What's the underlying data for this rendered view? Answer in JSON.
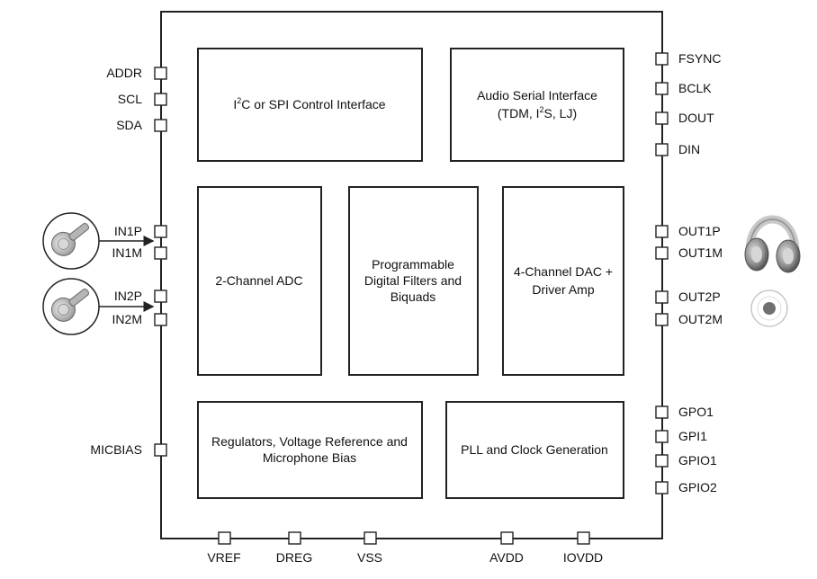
{
  "blocks": {
    "control_if": {
      "prefix": "I",
      "sup": "2",
      "suffix": "C or SPI Control Interface"
    },
    "serial_if": {
      "line1": "Audio Serial Interface",
      "line2_a": "(TDM, I",
      "line2_sup": "2",
      "line2_b": "S, LJ)"
    },
    "adc": {
      "line1": "2-Channel ADC"
    },
    "filters": {
      "line1": "Programmable",
      "line2": "Digital Filters and",
      "line3": "Biquads"
    },
    "dac": {
      "line1": "4-Channel DAC +",
      "line2": "Driver Amp"
    },
    "regulators": {
      "line1": "Regulators, Voltage Reference and",
      "line2": "Microphone Bias"
    },
    "pll": {
      "line1": "PLL and Clock Generation"
    }
  },
  "pins": {
    "left": {
      "addr": "ADDR",
      "scl": "SCL",
      "sda": "SDA",
      "in1p": "IN1P",
      "in1m": "IN1M",
      "in2p": "IN2P",
      "in2m": "IN2M",
      "micbias": "MICBIAS"
    },
    "right": {
      "fsync": "FSYNC",
      "bclk": "BCLK",
      "dout": "DOUT",
      "din": "DIN",
      "out1p": "OUT1P",
      "out1m": "OUT1M",
      "out2p": "OUT2P",
      "out2m": "OUT2M",
      "gpo1": "GPO1",
      "gpi1": "GPI1",
      "gpio1": "GPIO1",
      "gpio2": "GPIO2"
    },
    "bottom": {
      "vref": "VREF",
      "dreg": "DREG",
      "vss": "VSS",
      "avdd": "AVDD",
      "iovdd": "IOVDD"
    }
  },
  "icons": {
    "mic1": "microphone-icon",
    "mic2": "microphone-icon",
    "headphones": "headphones-icon",
    "speaker": "speaker-icon"
  }
}
